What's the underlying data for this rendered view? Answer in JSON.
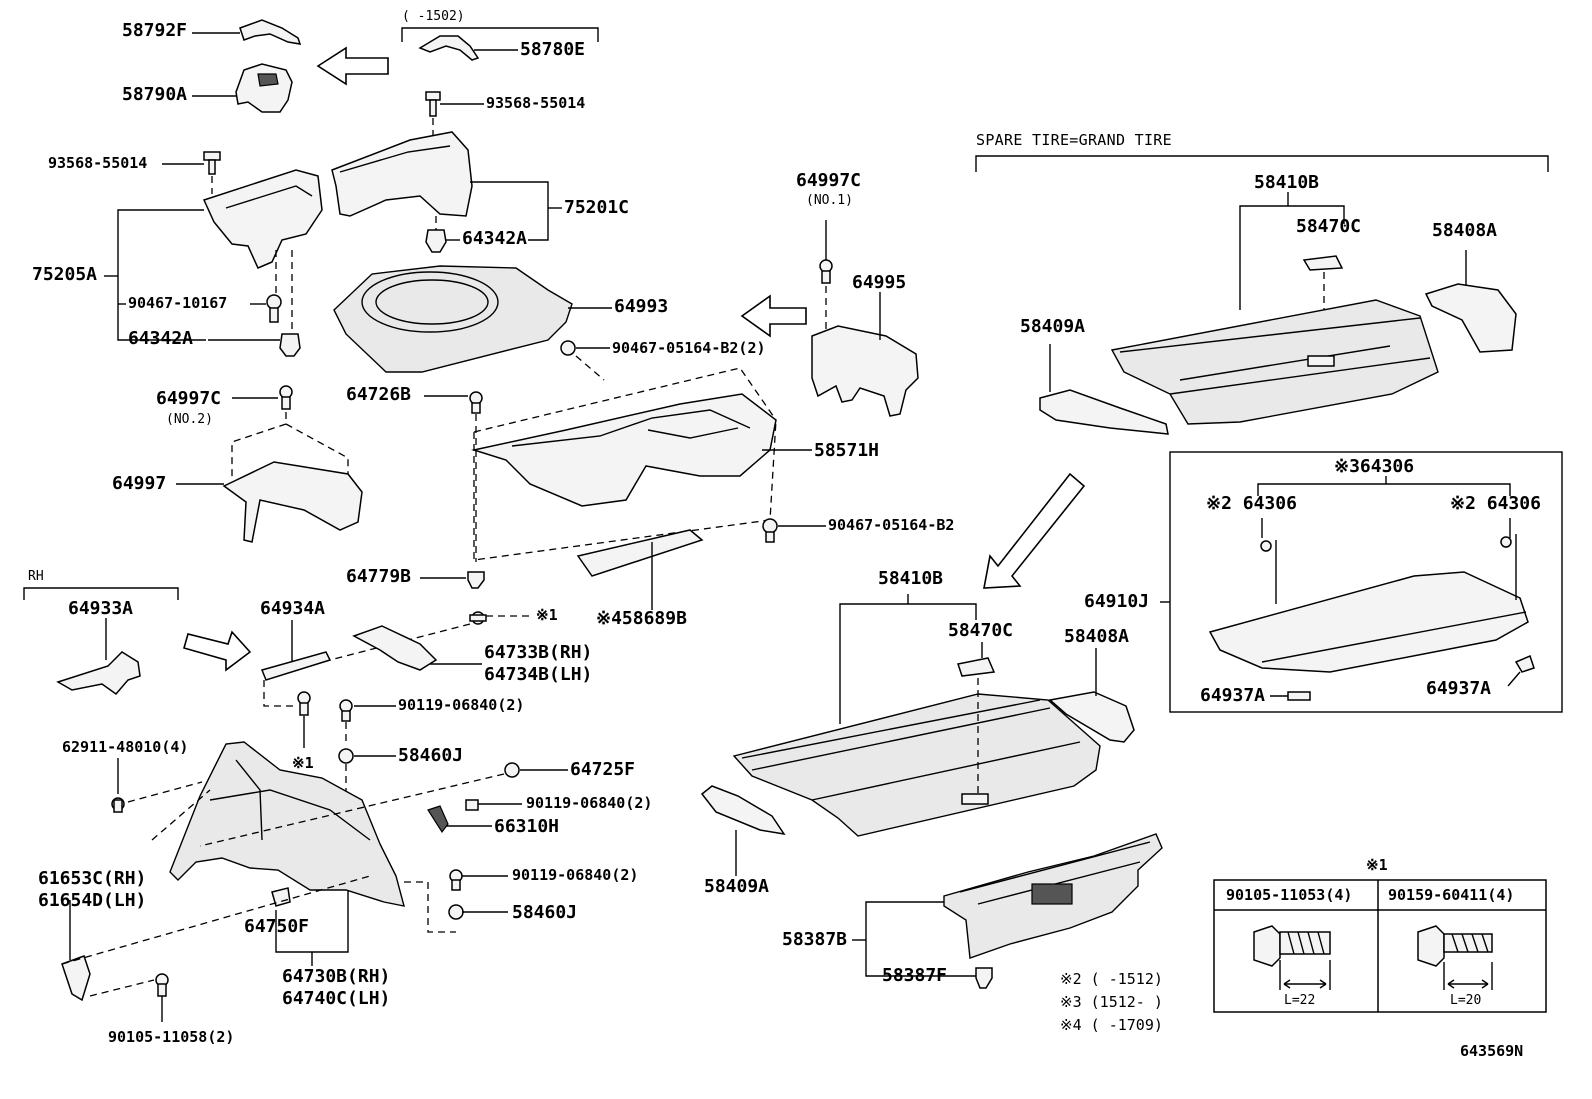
{
  "labels": {
    "p58792F": "58792F",
    "p58790A": "58790A",
    "p58780E": "58780E",
    "range1502": "(      -1502)",
    "p93568a": "93568-55014",
    "p93568b": "93568-55014",
    "p75201C": "75201C",
    "p64342A_top": "64342A",
    "p75205A": "75205A",
    "p90467_10167": "90467-10167",
    "p64342A_left": "64342A",
    "p64993": "64993",
    "p64997C_no1": "64997C",
    "no1": "(NO.1)",
    "p64995": "64995",
    "p90467_05164_2": "90467-05164-B2(2)",
    "p64726B": "64726B",
    "p64997C_no2": "64997C",
    "no2": "(NO.2)",
    "p64997": "64997",
    "p58571H": "58571H",
    "p90467_05164": "90467-05164-B2",
    "p64779B": "64779B",
    "p58689B": "※458689B",
    "rh": "RH",
    "p64933A": "64933A",
    "p64934A": "64934A",
    "ref1_a": "※1",
    "p64733B": "64733B(RH)",
    "p64734B": "64734B(LH)",
    "p90119_a": "90119-06840(2)",
    "p62911": "62911-48010(4)",
    "ref1_b": "※1",
    "p58460J_a": "58460J",
    "p64725F": "64725F",
    "p90119_b": "90119-06840(2)",
    "p66310H": "66310H",
    "p61653C": "61653C(RH)",
    "p61654D": "61654D(LH)",
    "p90119_c": "90119-06840(2)",
    "p58460J_b": "58460J",
    "p64750F": "64750F",
    "p64730B": "64730B(RH)",
    "p64740C": "64740C(LH)",
    "p90105_11058": "90105-11058(2)",
    "spare_header": "SPARE TIRE=GRAND TIRE",
    "p58410B_a": "58410B",
    "p58470C_a": "58470C",
    "p58408A_a": "58408A",
    "p58409A_a": "58409A",
    "p64306_top": "※364306",
    "p64306_l": "※2 64306",
    "p64306_r": "※2 64306",
    "p64910J": "64910J",
    "p64937A_l": "64937A",
    "p64937A_r": "64937A",
    "p58410B_b": "58410B",
    "p58470C_b": "58470C",
    "p58408A_b": "58408A",
    "p58409A_b": "58409A",
    "p58387B": "58387B",
    "p58387F": "58387F",
    "note2": "※2 (      -1512)",
    "note3": "※3 (1512-      )",
    "note4": "※4 (      -1709)",
    "diagram_id": "643569N"
  },
  "fastener_table": {
    "title": "※1",
    "columns": [
      {
        "part": "90105-11053(4)",
        "length": "L=22"
      },
      {
        "part": "90159-60411(4)",
        "length": "L=20"
      }
    ]
  }
}
